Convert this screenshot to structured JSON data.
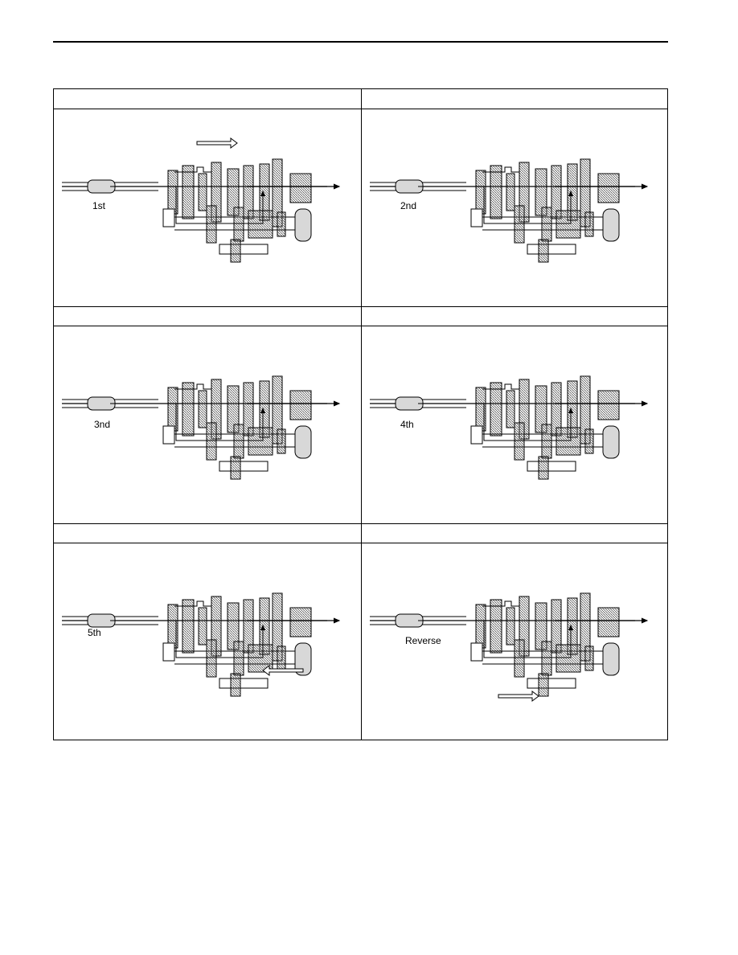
{
  "panels": [
    {
      "id": "first",
      "label": "1st"
    },
    {
      "id": "second",
      "label": "2nd"
    },
    {
      "id": "third",
      "label": "3nd"
    },
    {
      "id": "fourth",
      "label": "4th"
    },
    {
      "id": "fifth",
      "label": "5th"
    },
    {
      "id": "reverse",
      "label": "Reverse"
    }
  ],
  "colors": {
    "line": "#000000",
    "gear_fill": "#d8d8d8",
    "gear_hatch": "#555555",
    "paper": "#ffffff"
  },
  "icons": [
    "shaft-diagram-icon",
    "flow-arrow-icon",
    "shift-direction-arrow-icon"
  ]
}
